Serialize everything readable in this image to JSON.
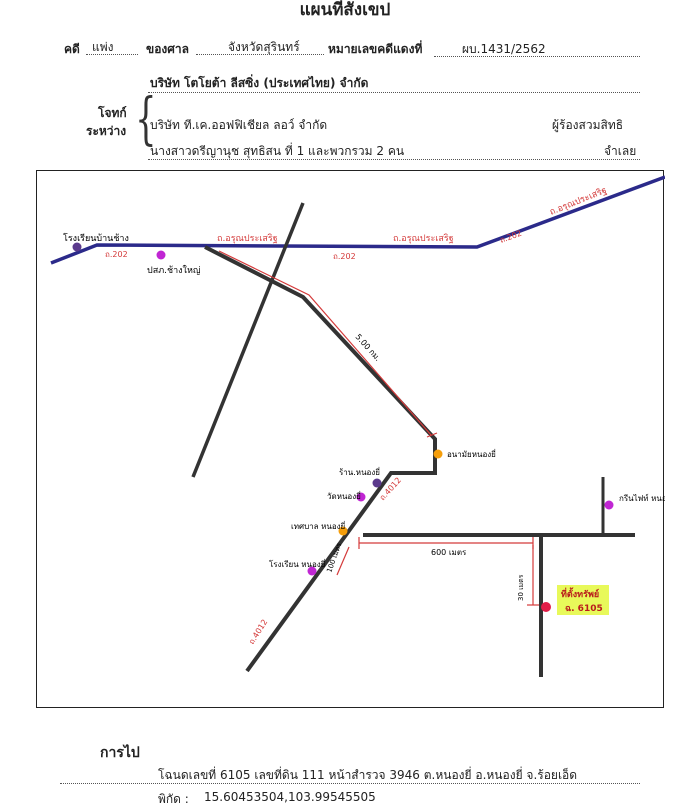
{
  "header": {
    "title": "แผนที่สังเขป",
    "case_label": "คดี",
    "case_type": "แพ่ง",
    "court_label": "ของศาล",
    "court_value": "จังหวัดสุรินทร์",
    "case_number_label": "หมายเลขคดีแดงที่",
    "case_number_value": "ผบ.1431/2562"
  },
  "parties": {
    "plaintiff_label_line1": "โจทก์",
    "plaintiff_label_line2": "ระหว่าง",
    "plaintiff": "บริษัท โตโยต้า ลีสซิ่ง (ประเทศไทย) จำกัด",
    "petitioner": "บริษัท ที.เค.ออฟฟิเชียล ลอว์ จำกัด",
    "petitioner_role": "ผู้ร้องสวมสิทธิ",
    "defendant": "นางสาวดรีญานุช  สุทธิสน  ที่ 1 และพวกรวม 2 คน",
    "defendant_role": "จำเลย"
  },
  "map": {
    "labels": {
      "school_left": "โรงเรียนบ้านช้าง",
      "road_202_left": "ถ.202",
      "road_name_1": "ถ.อรุณประเสริฐ",
      "road_202_mid": "ถ.202",
      "road_name_2": "ถ.อรุณประเสริฐ",
      "road_202_right": "ถ.202",
      "road_name_3": "ถ.อรุณประเสริฐ",
      "police_station": "ปสภ.ช้างใหญ่",
      "distance_5km": "5.00 กม.",
      "health_station": "อนามัยหนองยี่",
      "shop_1": "ร้าน.หนองยี่",
      "road_4012_top": "ถ.4012",
      "temple": "วัดหนองยี่",
      "subdistrict_office": "เทศบาล หนองยี่",
      "school_bottom": "โรงเรียน หนองยี่",
      "distance_100m": "100 เมตร",
      "distance_600m": "600 เมตร",
      "distance_30m": "30 เมตร",
      "road_4012_bottom": "ถ.4012",
      "primary_school": "กรีนไฟท์ หนองยี่",
      "property_label_line1": "ที่ตั้งทรัพย์",
      "property_label_line2": "ฉ. 6105"
    },
    "colors": {
      "highway": "#2b2a8a",
      "road": "#333333",
      "annotation": "#d43a3a",
      "poi_magenta": "#c026d3",
      "poi_orange": "#f59e0b",
      "poi_purple": "#5b3a8c",
      "property": "#e11d48",
      "highlight": "#e8f95a"
    }
  },
  "footer": {
    "directions_label": "การไป",
    "deed_info": "โฉนดเลขที่ 6105 เลขที่ดิน 111 หน้าสำรวจ 3946  ต.หนองยี่  อ.หนองยี่  จ.ร้อยเอ็ด",
    "coords_label": "พิกัด :",
    "coords_value": "15.60453504,103.99545505"
  }
}
